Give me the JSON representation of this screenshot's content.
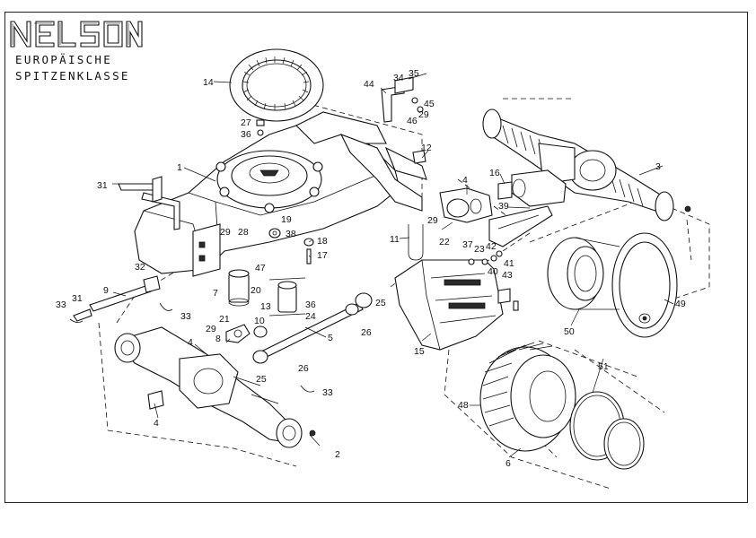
{
  "brand": {
    "logo_text": "NELSON",
    "subtitle_line1": "EUROPÄISCHE",
    "subtitle_line2": "SPITZENKLASSE"
  },
  "callouts": [
    {
      "id": "c1",
      "number": "1"
    },
    {
      "id": "c2",
      "number": "2"
    },
    {
      "id": "c3",
      "number": "3"
    },
    {
      "id": "c4a",
      "number": "4"
    },
    {
      "id": "c4b",
      "number": "4"
    },
    {
      "id": "c4c",
      "number": "4"
    },
    {
      "id": "c5",
      "number": "5"
    },
    {
      "id": "c6",
      "number": "6"
    },
    {
      "id": "c7",
      "number": "7"
    },
    {
      "id": "c8",
      "number": "8"
    },
    {
      "id": "c9",
      "number": "9"
    },
    {
      "id": "c10",
      "number": "10"
    },
    {
      "id": "c11",
      "number": "11"
    },
    {
      "id": "c12",
      "number": "12"
    },
    {
      "id": "c13",
      "number": "13"
    },
    {
      "id": "c14",
      "number": "14"
    },
    {
      "id": "c15",
      "number": "15"
    },
    {
      "id": "c16",
      "number": "16"
    },
    {
      "id": "c17",
      "number": "17"
    },
    {
      "id": "c18",
      "number": "18"
    },
    {
      "id": "c19",
      "number": "19"
    },
    {
      "id": "c20",
      "number": "20"
    },
    {
      "id": "c21",
      "number": "21"
    },
    {
      "id": "c22",
      "number": "22"
    },
    {
      "id": "c23",
      "number": "23"
    },
    {
      "id": "c24",
      "number": "24"
    },
    {
      "id": "c25a",
      "number": "25"
    },
    {
      "id": "c25b",
      "number": "25"
    },
    {
      "id": "c26a",
      "number": "26"
    },
    {
      "id": "c26b",
      "number": "26"
    },
    {
      "id": "c27",
      "number": "27"
    },
    {
      "id": "c28",
      "number": "28"
    },
    {
      "id": "c29a",
      "number": "29"
    },
    {
      "id": "c29b",
      "number": "29"
    },
    {
      "id": "c29c",
      "number": "29"
    },
    {
      "id": "c29d",
      "number": "29"
    },
    {
      "id": "c31a",
      "number": "31"
    },
    {
      "id": "c31b",
      "number": "31"
    },
    {
      "id": "c32",
      "number": "32"
    },
    {
      "id": "c33a",
      "number": "33"
    },
    {
      "id": "c33b",
      "number": "33"
    },
    {
      "id": "c33c",
      "number": "33"
    },
    {
      "id": "c34",
      "number": "34"
    },
    {
      "id": "c35",
      "number": "35"
    },
    {
      "id": "c36a",
      "number": "36"
    },
    {
      "id": "c36b",
      "number": "36"
    },
    {
      "id": "c37",
      "number": "37"
    },
    {
      "id": "c38",
      "number": "38"
    },
    {
      "id": "c39",
      "number": "39"
    },
    {
      "id": "c40",
      "number": "40"
    },
    {
      "id": "c41",
      "number": "41"
    },
    {
      "id": "c42",
      "number": "42"
    },
    {
      "id": "c43",
      "number": "43"
    },
    {
      "id": "c44",
      "number": "44"
    },
    {
      "id": "c45",
      "number": "45"
    },
    {
      "id": "c46",
      "number": "46"
    },
    {
      "id": "c47",
      "number": "47"
    },
    {
      "id": "c48",
      "number": "48"
    },
    {
      "id": "c49",
      "number": "49"
    },
    {
      "id": "c50",
      "number": "50"
    },
    {
      "id": "c51",
      "number": "51"
    }
  ]
}
